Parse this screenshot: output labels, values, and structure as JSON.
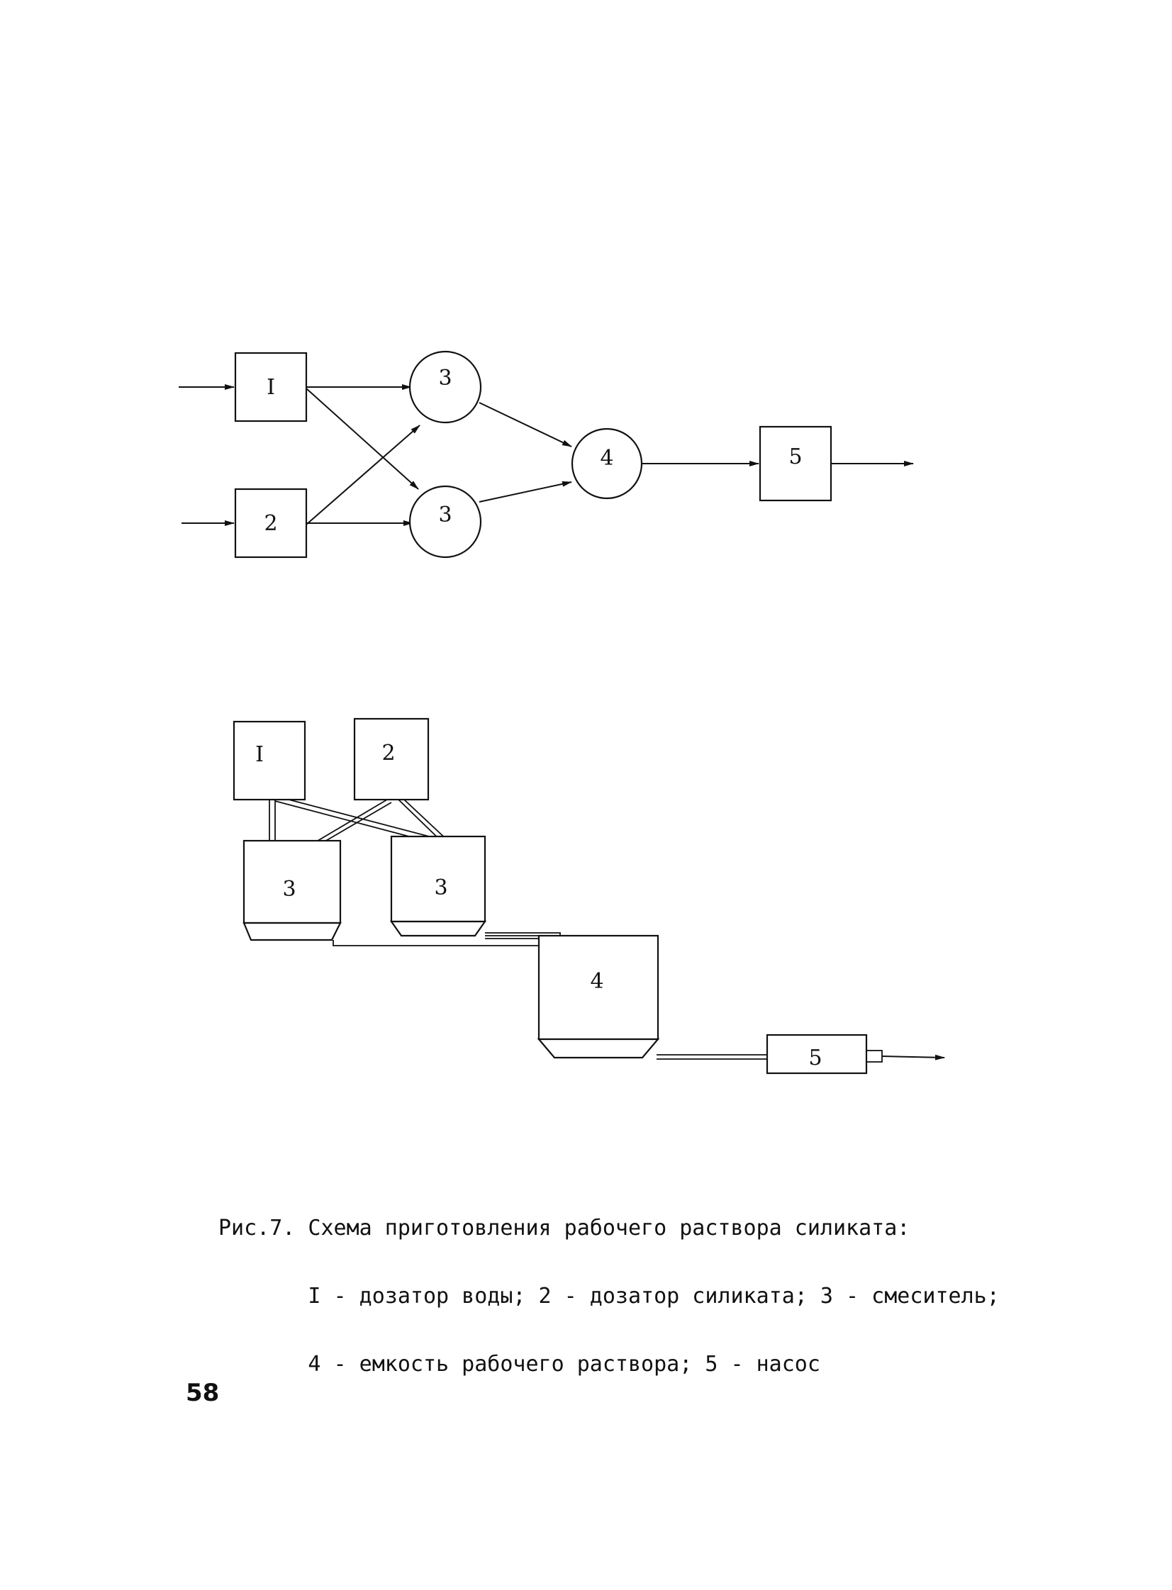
{
  "block_diagram": {
    "nodes": {
      "doser_water": "I",
      "doser_silicate": "2",
      "mixer_top": "3",
      "mixer_bottom": "3",
      "tank": "4",
      "pump": "5"
    }
  },
  "equipment_diagram": {
    "nodes": {
      "doser_water": "I",
      "doser_silicate": "2",
      "mixer_left": "3",
      "mixer_right": "3",
      "tank": "4",
      "pump": "5"
    }
  },
  "caption": {
    "line1": "Рис.7. Схема приготовления рабочего раствора силиката:",
    "line2": "       I - дозатор воды; 2 - дозатор силиката; 3 - смеситель;",
    "line3": "       4 - емкость рабочего раствора; 5 - насос"
  },
  "page_number": "58"
}
